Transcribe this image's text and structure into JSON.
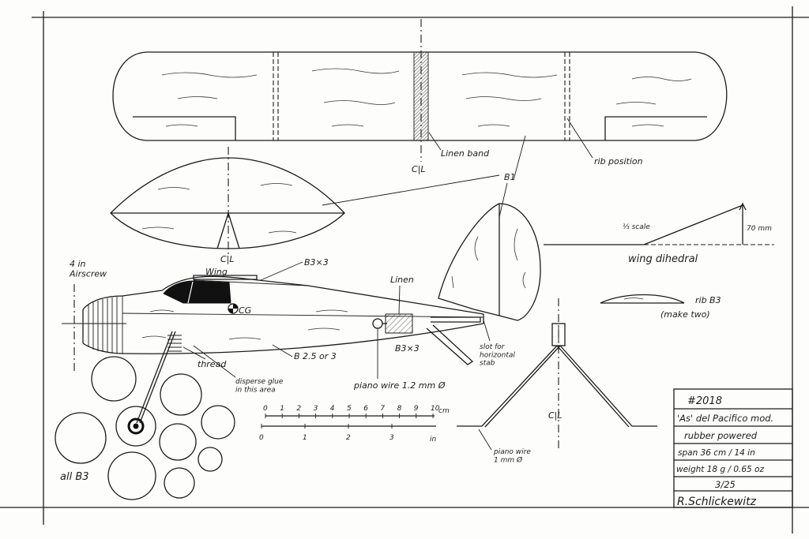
{
  "labels": {
    "cl_wing": "C|L",
    "linen_band": "Linen band",
    "rib_position": "rib position",
    "b1": "B1",
    "cl_stab": "C|L",
    "scale": "⅓ scale",
    "dihedral_height": "70 mm",
    "wing_dihedral": "wing dihedral",
    "airscrew": "4 in\nAirscrew",
    "wing": "Wing",
    "b3x3_top": "B3×3",
    "linen": "Linen",
    "cg": "CG",
    "rib_b3": "rib B3",
    "make_two": "(make two)",
    "thread": "thread",
    "b25or3": "B 2.5 or 3",
    "b3x3_bottom": "B3×3",
    "slot": "slot for\nhorizontal\nstab",
    "disperse": "disperse glue\nin this area",
    "piano_wire_12": "piano wire 1.2 mm Ø",
    "cl_gear": "C|L",
    "piano_wire_1": "piano wire\n1 mm Ø",
    "all_b3": "all B3"
  },
  "scale_bar": {
    "cm_ticks": [
      "0",
      "1",
      "2",
      "3",
      "4",
      "5",
      "6",
      "7",
      "8",
      "9",
      "10"
    ],
    "cm_unit": "cm",
    "in_ticks": [
      "0",
      "1",
      "2",
      "3"
    ],
    "in_unit": "in"
  },
  "title_block": {
    "number": "#2018",
    "name": "'As' del Pacifico mod.",
    "type": "rubber powered",
    "span": "span 36 cm / 14 in",
    "weight": "weight 18 g / 0.65 oz",
    "sheet": "3/25",
    "signature": "R.Schlickewitz"
  }
}
